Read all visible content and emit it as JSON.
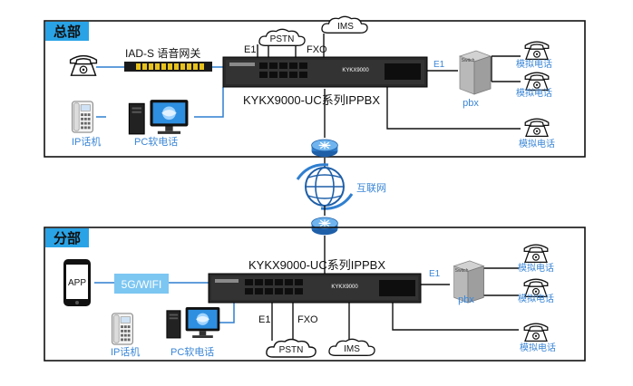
{
  "colors": {
    "accent": "#29a3e6",
    "label_blue": "#3a86d6",
    "line_blue": "#2f7fd0",
    "frame": "#111111"
  },
  "hq": {
    "section_label": "总部",
    "gateway_label": "IAD-S 语音网关",
    "pbx_label": "KYKX9000-UC系列IPPBX",
    "device_brand": "KYKX9000",
    "e1_left": "E1",
    "fxo": "FXO",
    "pstn": "PSTN",
    "ims": "IMS",
    "e1_right": "E1",
    "switch_text": "Switch",
    "switch_caption": "pbx",
    "ip_phone": "IP话机",
    "pc_phone": "PC软电话",
    "analog_phones": [
      "模拟电话",
      "模拟电话",
      "模拟电话"
    ]
  },
  "internet": {
    "label": "互联网"
  },
  "branch": {
    "section_label": "分部",
    "pbx_label": "KYKX9000-UC系列IPPBX",
    "device_brand": "KYKX9000",
    "app_text": "APP",
    "wifi_text": "5G/WIFI",
    "e1_left": "E1",
    "fxo": "FXO",
    "pstn": "PSTN",
    "ims": "IMS",
    "e1_right": "E1",
    "switch_text": "Switch",
    "switch_caption": "pbx",
    "ip_phone": "IP话机",
    "pc_phone": "PC软电话",
    "analog_phones": [
      "模拟电话",
      "模拟电话",
      "模拟电话"
    ]
  }
}
